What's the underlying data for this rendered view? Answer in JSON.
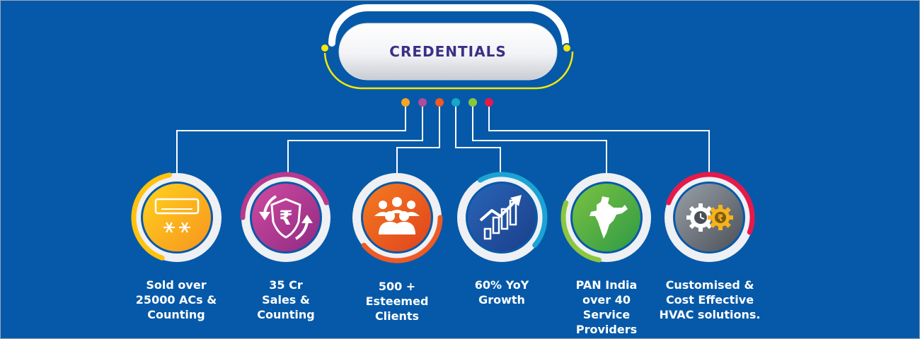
{
  "title": "CREDENTIALS",
  "colors": {
    "background": "#0659a8",
    "title_text": "#3b2f86",
    "connector": "#ffffff",
    "outer_ring": "#eef0f4"
  },
  "dots": [
    "#f5a623",
    "#b04a9b",
    "#ee5a24",
    "#17a7c8",
    "#8cc63f",
    "#e6194b"
  ],
  "items": [
    {
      "id": "acs",
      "icon": "air-conditioner-icon",
      "accent": "#ffc20e",
      "lines": [
        {
          "lead": "",
          "rest": "Sold over"
        },
        {
          "lead": "25",
          "rest": "000 ACs &"
        },
        {
          "lead": "",
          "rest": "Counting"
        }
      ]
    },
    {
      "id": "sales",
      "icon": "rupee-shield-icon",
      "accent": "#b8398d",
      "lines": [
        {
          "lead": "",
          "rest": "35 Cr"
        },
        {
          "lead": "",
          "rest": "Sales &"
        },
        {
          "lead": "",
          "rest": "Counting"
        }
      ]
    },
    {
      "id": "clients",
      "icon": "people-group-icon",
      "accent": "#ee5a24",
      "lines": [
        {
          "lead": "",
          "rest": "500 +"
        },
        {
          "lead": "",
          "rest": "Esteemed"
        },
        {
          "lead": "",
          "rest": "Clients"
        }
      ]
    },
    {
      "id": "growth",
      "icon": "growth-chart-icon",
      "accent": "#1aa3d4",
      "lines": [
        {
          "lead": "6",
          "rest": "0% YoY"
        },
        {
          "lead": "",
          "rest": "Growth"
        }
      ]
    },
    {
      "id": "india",
      "icon": "india-map-icon",
      "accent": "#8cc63f",
      "lines": [
        {
          "lead": "",
          "rest": "PAN India"
        },
        {
          "lead": "",
          "rest": "over 40"
        },
        {
          "lead": "",
          "rest": "Service"
        },
        {
          "lead": "",
          "rest": "Providers"
        }
      ]
    },
    {
      "id": "hvac",
      "icon": "gears-icon",
      "accent": "#e6194b",
      "lines": [
        {
          "lead": "",
          "rest": "Customised &"
        },
        {
          "lead": "",
          "rest": "Cost Effective"
        },
        {
          "lead": "",
          "rest": "HVAC solutions."
        }
      ]
    }
  ]
}
